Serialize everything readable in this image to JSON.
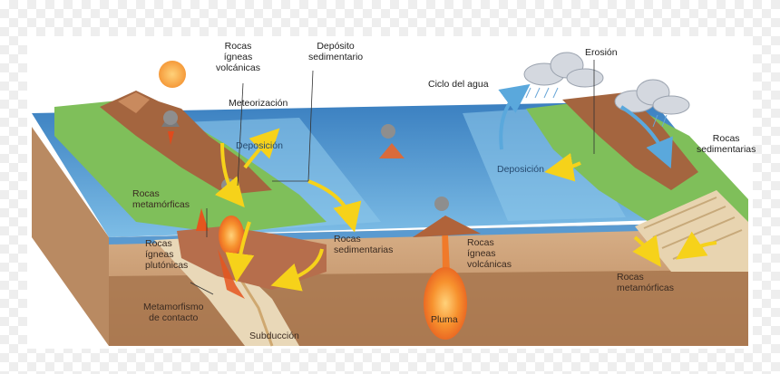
{
  "labels": {
    "rocas_igneas_volcanicas_top": "Rocas\nígneas\nvolcánicas",
    "deposito_sedimentario": "Depósito\nsedimentario",
    "meteorizacion": "Meteorización",
    "deposicion_left": "Deposición",
    "ciclo_del_agua": "Ciclo del agua",
    "erosion": "Erosión",
    "deposicion_right": "Deposición",
    "rocas_sedimentarias_right": "Rocas\nsedimentarias",
    "rocas_metamorficas_left": "Rocas\nmetamórficas",
    "rocas_igneas_plutonicas": "Rocas\nígneas\nplutónicas",
    "rocas_sedimentarias_center": "Rocas\nsedimentarias",
    "rocas_igneas_volcanicas_bottom": "Rocas\nígneas\nvolcánicas",
    "rocas_metamorficas_right": "Rocas\nmetamórficas",
    "metamorfismo_de_contacto": "Metamorfismo\nde contacto",
    "pluma": "Pluma",
    "subduccion": "Subducción"
  },
  "colors": {
    "ocean": "#3f86c2",
    "ocean_light": "#a9d3ee",
    "land_green": "#7fbf5a",
    "mountain": "#a4653f",
    "earth": "#c99c72",
    "earth_dark": "#9a6a48",
    "magma": "#f07a2a",
    "arrow_yellow": "#f6d21a",
    "arrow_blue": "#5aa8dc",
    "sun": "#f9a94a"
  }
}
